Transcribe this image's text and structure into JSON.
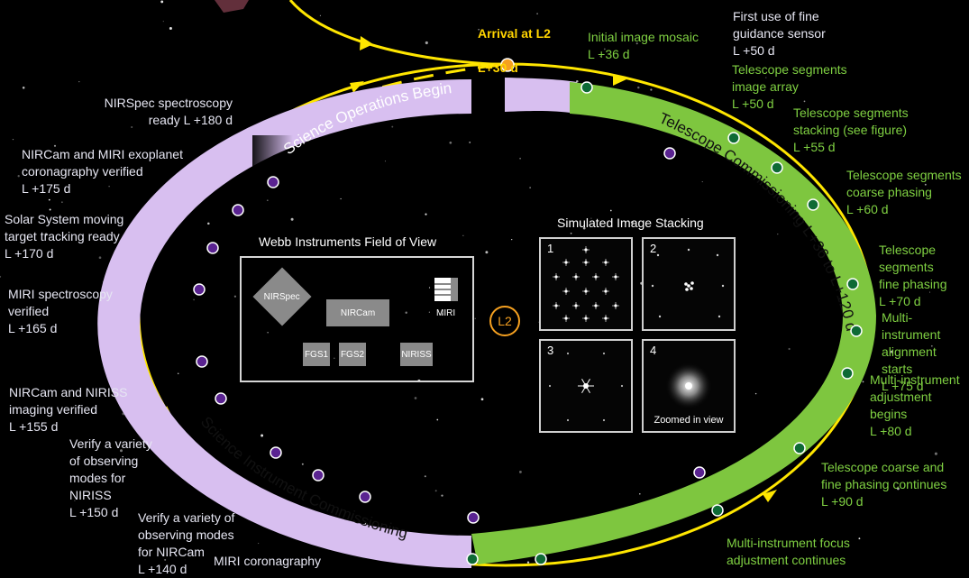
{
  "colors": {
    "orbit": "#ffe600",
    "science": "#d8bff0",
    "commissioning": "#7ec63f",
    "dot_purple": "#5a2391",
    "dot_green": "#0e6a35",
    "arrival": "#f5a020"
  },
  "arc_labels": {
    "science_ops": "Science Operations Begin",
    "telescope_commissioning": "Telescope Commissioning L+36 to L+120 d",
    "instrument_commissioning": "Science Instrument Commissioning"
  },
  "arrival": {
    "line1": "Arrival at L2",
    "line2": "L+30 d"
  },
  "milestones_left": [
    {
      "text": "NIRSpec spectroscopy\nready L +180 d"
    },
    {
      "text": "NIRCam and MIRI exoplanet\ncoronagraphy verified\nL +175 d"
    },
    {
      "text": "Solar System moving\ntarget tracking ready\nL +170 d"
    },
    {
      "text": "MIRI spectroscopy\nverified\nL +165 d"
    },
    {
      "text": "NIRCam and NIRISS\nimaging verified\nL +155 d"
    },
    {
      "text": "Verify a variety\nof observing\nmodes for\nNIRISS\nL +150 d"
    },
    {
      "text": "Verify a variety of\nobserving modes\nfor NIRCam\nL +140 d"
    },
    {
      "text": "MIRI coronagraphy"
    }
  ],
  "milestones_right": [
    {
      "text": "First use of fine\nguidance sensor\nL +50 d"
    },
    {
      "text": "Initial image mosaic\nL +36 d"
    },
    {
      "text": "Telescope segments\nimage array\nL +50 d"
    },
    {
      "text": "Telescope segments\nstacking (see figure)\nL +55 d"
    },
    {
      "text": "Telescope segments\ncoarse phasing\nL +60 d"
    },
    {
      "text": "Telescope segments\nfine phasing\nL +70 d"
    },
    {
      "text": "Multi-instrument\nalignment starts\nL +75 d"
    },
    {
      "text": "Multi-instrument\nadjustment begins\nL +80 d"
    },
    {
      "text": "Telescope coarse and\nfine phasing continues\nL +90 d"
    },
    {
      "text": "Multi-instrument focus\nadjustment continues"
    }
  ],
  "instruments_panel": {
    "title": "Webb Instruments Field of View",
    "detectors": [
      "NIRSpec",
      "NIRCam",
      "MIRI",
      "FGS1",
      "FGS2",
      "NIRISS"
    ]
  },
  "stacking_panel": {
    "title": "Simulated Image Stacking",
    "tiles": [
      "1",
      "2",
      "3",
      "4"
    ],
    "zoom_caption": "Zoomed in view"
  },
  "center_label": "L2"
}
